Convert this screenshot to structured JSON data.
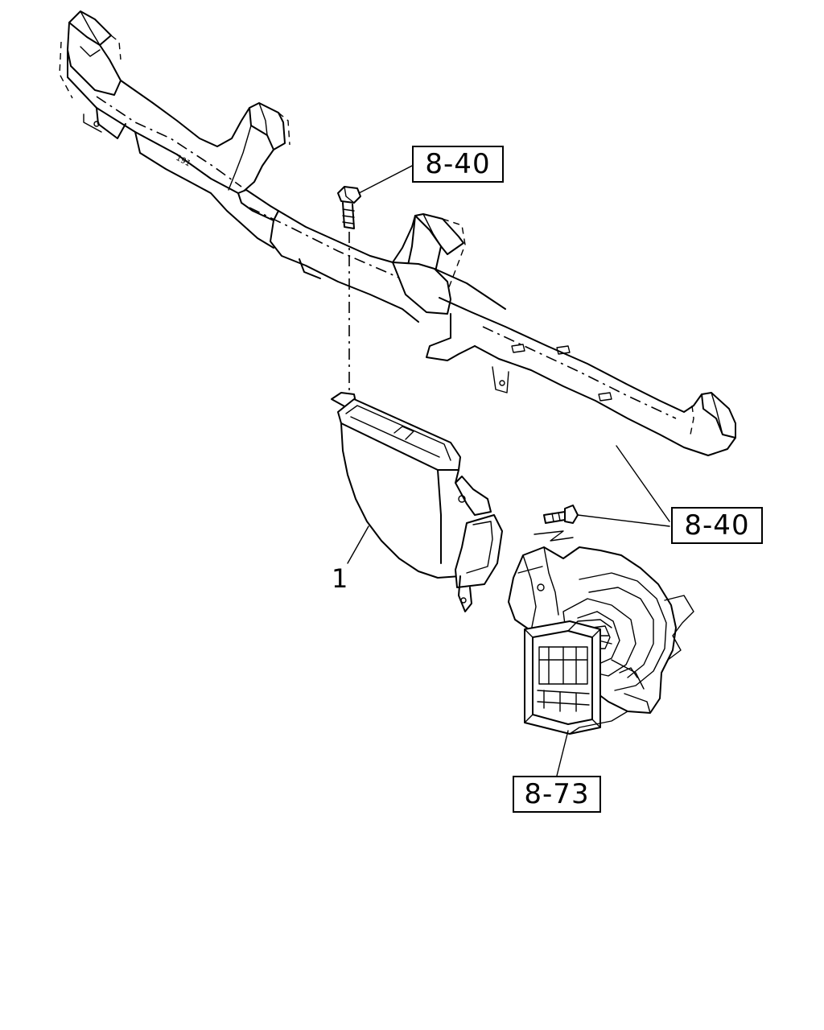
{
  "diagram": {
    "callouts": [
      {
        "id": "part-1",
        "label": "1"
      }
    ],
    "reference_boxes": [
      {
        "id": "ref-top",
        "label": "8-40"
      },
      {
        "id": "ref-right",
        "label": "8-40"
      },
      {
        "id": "ref-bottom",
        "label": "8-73"
      }
    ]
  }
}
